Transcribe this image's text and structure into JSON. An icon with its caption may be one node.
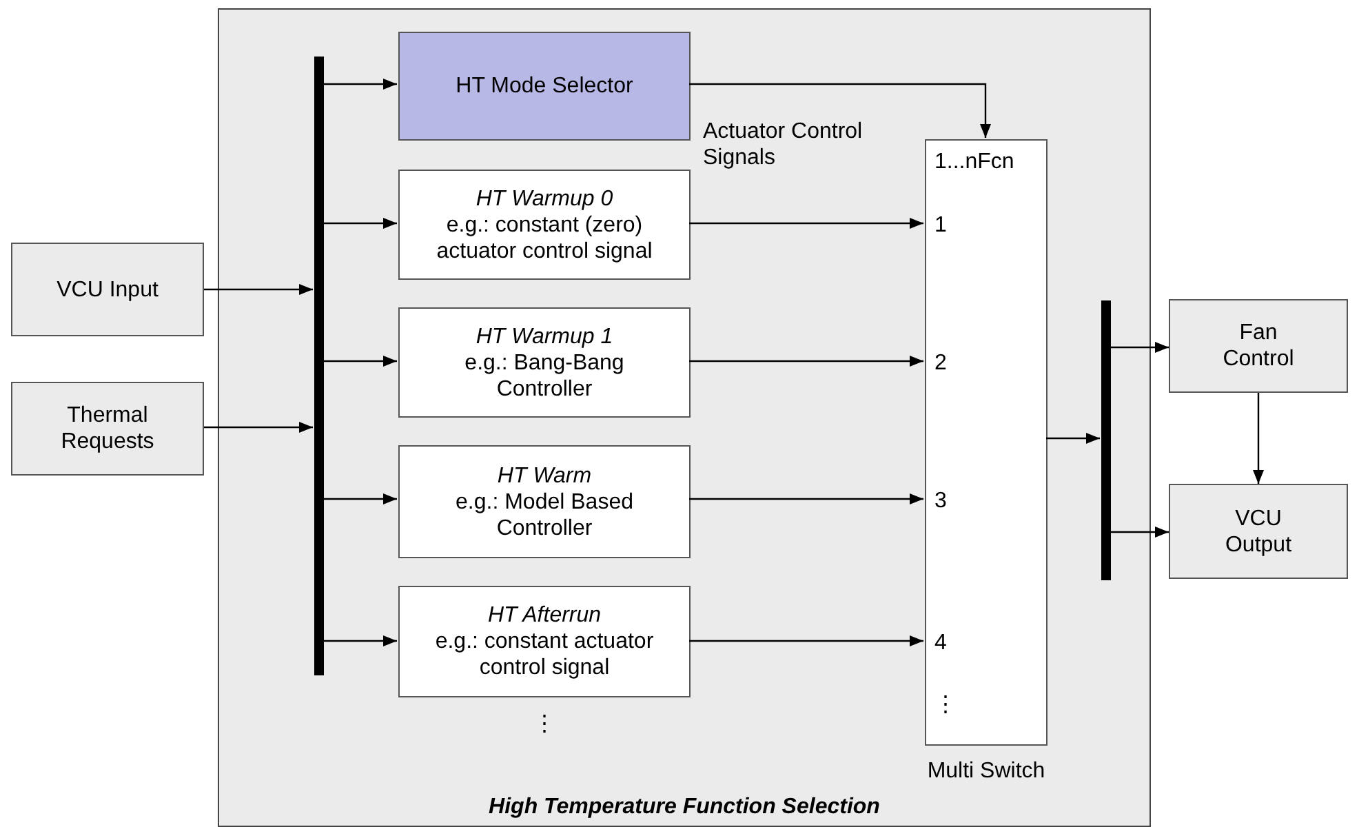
{
  "diagram": {
    "nodes": [
      {
        "text": [
          "High Temperature Function Selection"
        ]
      },
      {
        "text": [],
        "shape": "bar",
        "in": 0
      },
      {
        "text": [
          "HT Mode Selector"
        ],
        "in": 0
      },
      {
        "text": [
          "HT Warmup 0",
          "e.g.: constant (zero) actuator control signal"
        ],
        "in": 0
      },
      {
        "text": [
          "HT Warmup 1",
          "e.g.: Bang-Bang Controller"
        ],
        "in": 0
      },
      {
        "text": [
          "HT Warm",
          "e.g.: Model Based Controller"
        ],
        "in": 0
      },
      {
        "text": [
          "HT Afterrun",
          "e.g.: constant actuator control signal"
        ],
        "beside": [
          "⋮"
        ],
        "in": 0
      },
      {
        "text": [
          "1...nFcn",
          "1",
          "2",
          "3",
          "4",
          "⋮"
        ],
        "beside": [
          "Multi Switch"
        ],
        "in": 0
      },
      {
        "text": [],
        "shape": "bar",
        "in": 0
      },
      {
        "text": [
          "VCU Input"
        ]
      },
      {
        "text": [
          "Thermal Requests"
        ]
      },
      {
        "text": [
          "Fan Control"
        ]
      },
      {
        "text": [
          "VCU Output"
        ]
      }
    ],
    "edges": [
      {
        "from": 9,
        "to": 1,
        "arrow": "to"
      },
      {
        "from": 10,
        "to": 1,
        "arrow": "to"
      },
      {
        "from": 1,
        "to": 2,
        "arrow": "to"
      },
      {
        "from": 1,
        "to": 3,
        "arrow": "to"
      },
      {
        "from": 1,
        "to": 4,
        "arrow": "to"
      },
      {
        "from": 1,
        "to": 5,
        "arrow": "to"
      },
      {
        "from": 1,
        "to": 6,
        "arrow": "to"
      },
      {
        "from": 2,
        "to": 7,
        "arrow": "to"
      },
      {
        "from": 3,
        "to": 7,
        "arrow": "to"
      },
      {
        "from": 4,
        "to": 7,
        "arrow": "to"
      },
      {
        "from": 5,
        "to": 7,
        "arrow": "to"
      },
      {
        "from": 6,
        "to": 7,
        "arrow": "to"
      },
      {
        "from": 7,
        "to": 8,
        "arrow": "to"
      },
      {
        "from": 8,
        "to": 11,
        "arrow": "to"
      },
      {
        "from": 8,
        "to": 12,
        "arrow": "to"
      },
      {
        "from": 11,
        "to": 12,
        "arrow": "to"
      }
    ],
    "labels": [
      "Actuator Control Signals"
    ]
  }
}
